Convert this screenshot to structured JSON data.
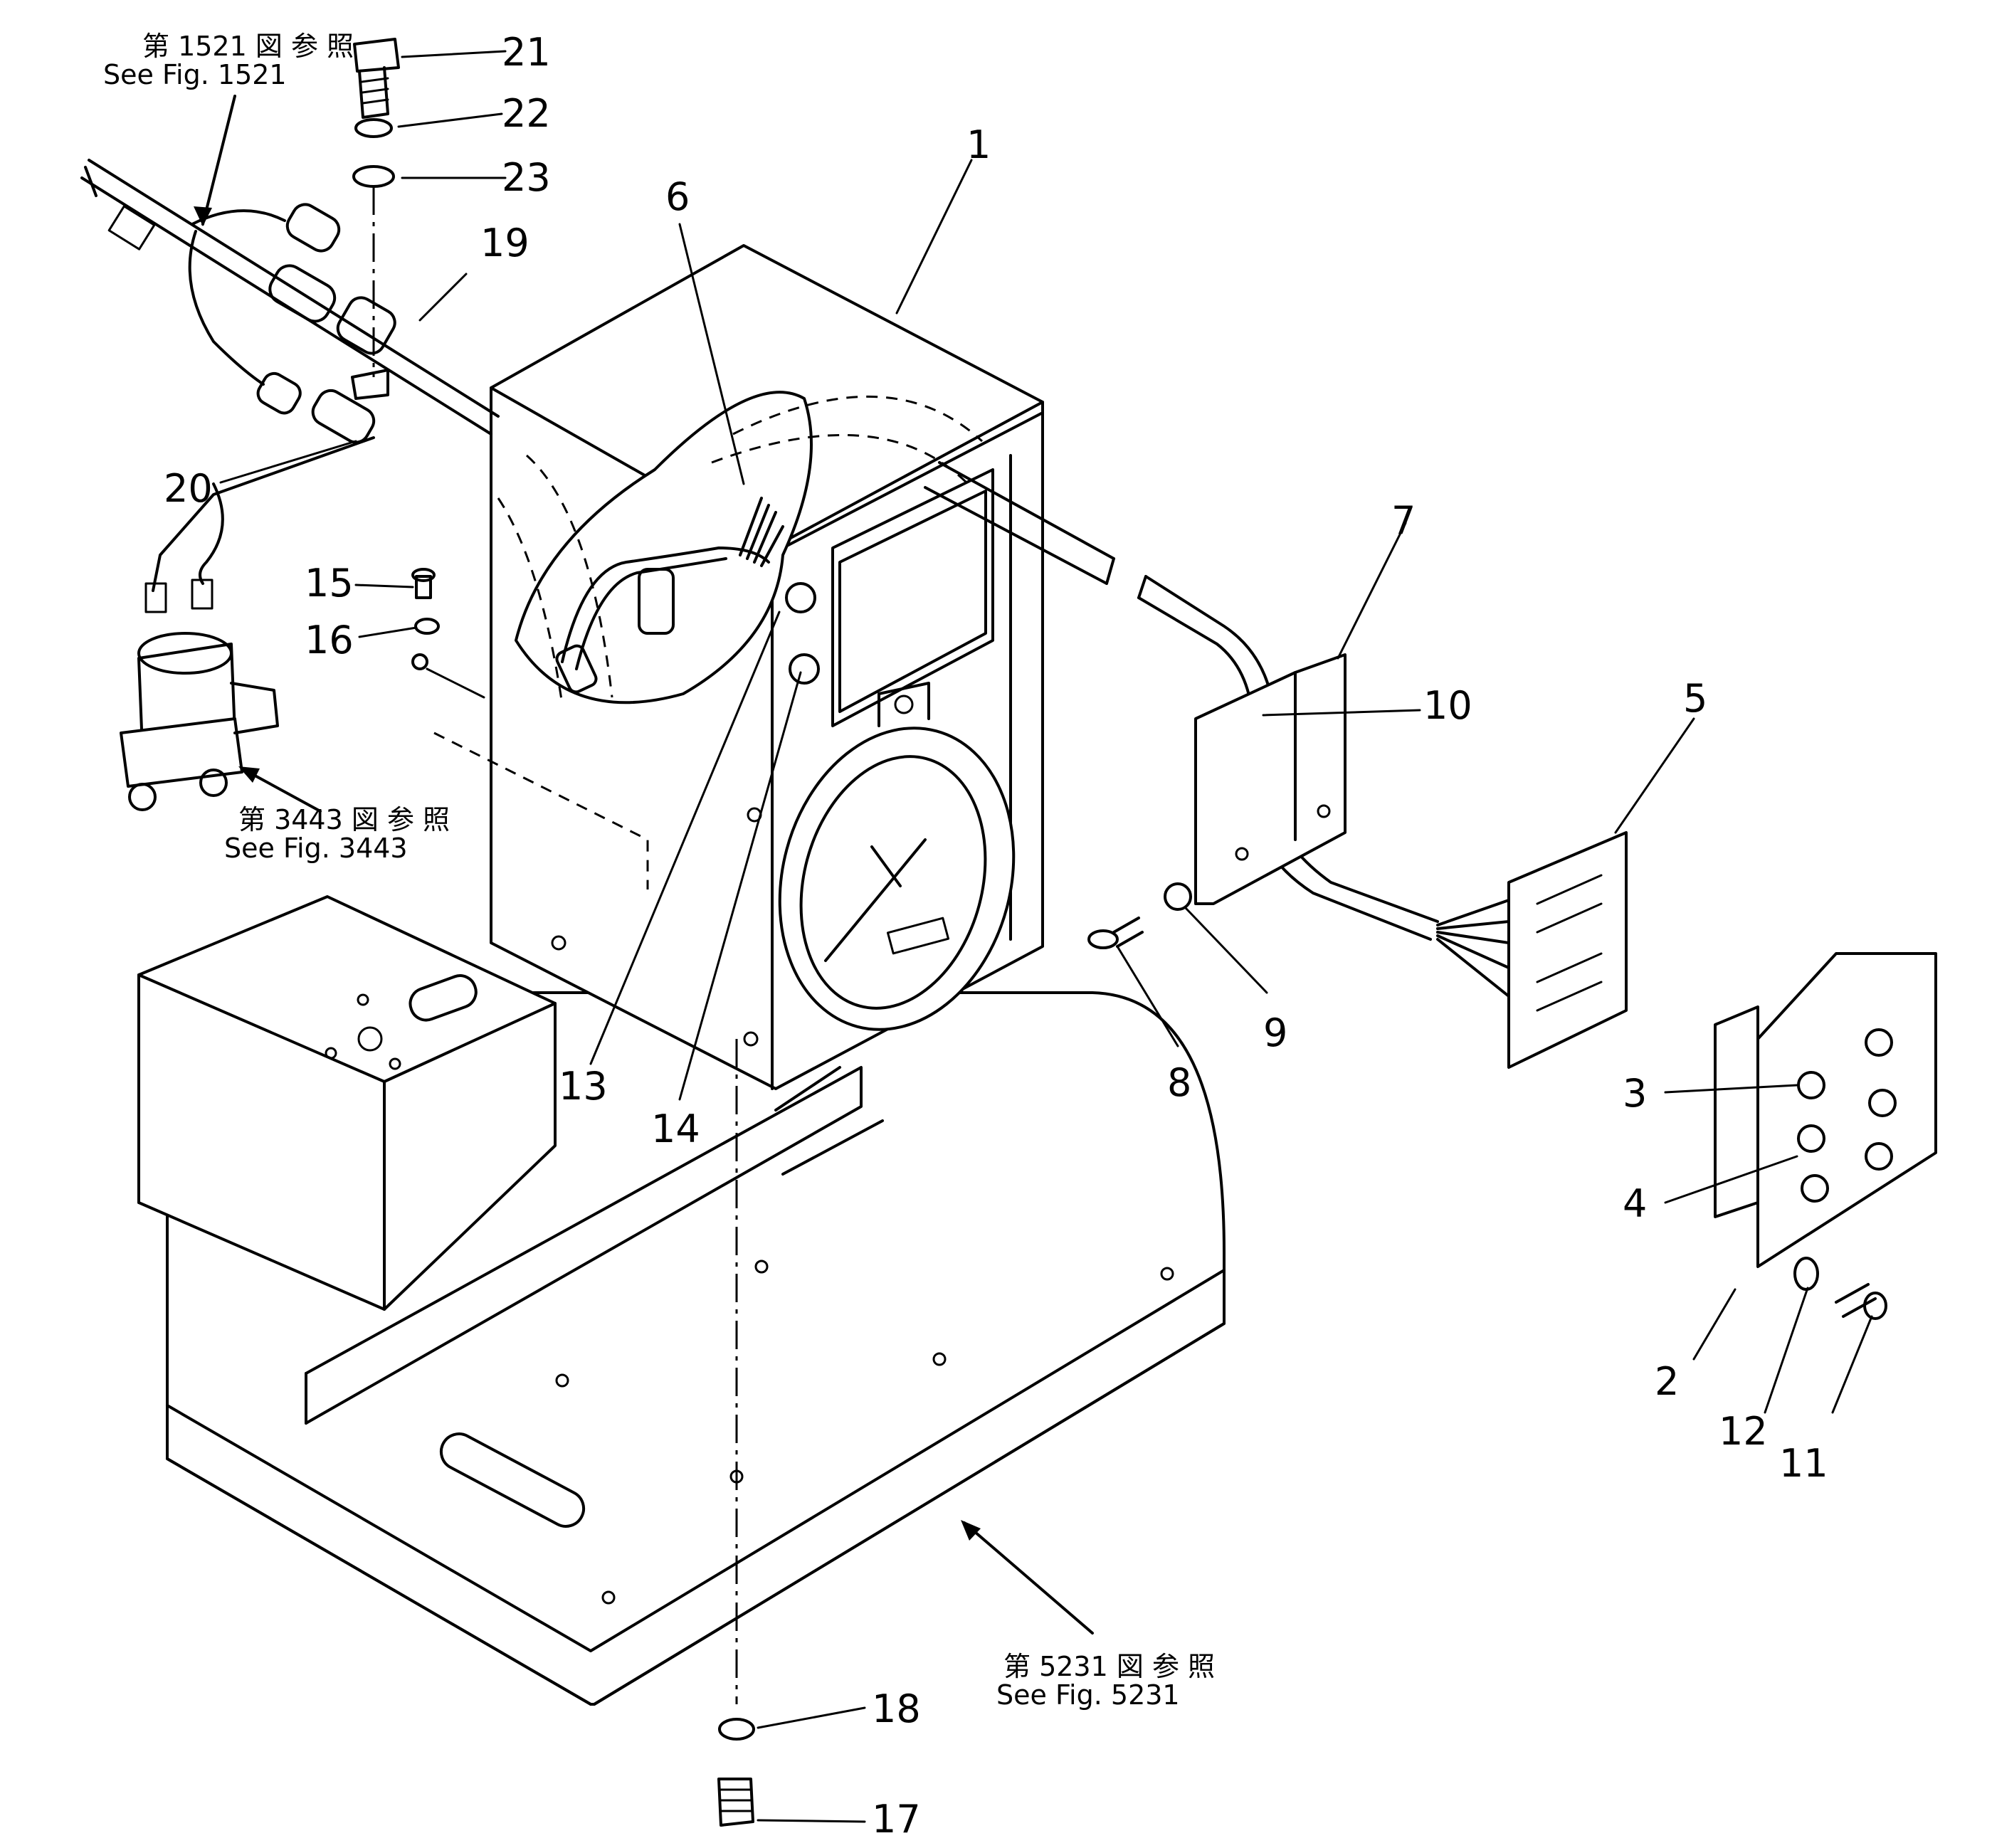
{
  "part_labels": [
    "1",
    "2",
    "3",
    "4",
    "5",
    "6",
    "7",
    "8",
    "9",
    "10",
    "11",
    "12",
    "13",
    "14",
    "15",
    "16",
    "17",
    "18",
    "19",
    "20",
    "21",
    "22",
    "23"
  ],
  "references": [
    {
      "jp": "第 1521 図 参 照",
      "en": "See Fig. 1521"
    },
    {
      "jp": "第 3443 図 参 照",
      "en": "See Fig. 3443"
    },
    {
      "jp": "第 5231 図 参 照",
      "en": "See Fig. 5231"
    }
  ]
}
